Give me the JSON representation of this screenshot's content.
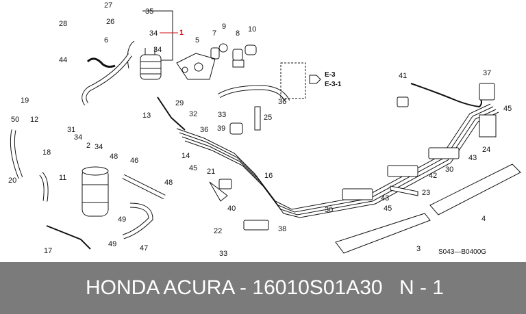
{
  "diagram": {
    "labels": [
      {
        "id": "c27",
        "text": "27"
      },
      {
        "id": "c35",
        "text": "35"
      },
      {
        "id": "c26",
        "text": "26"
      },
      {
        "id": "c28",
        "text": "28"
      },
      {
        "id": "c34a",
        "text": "34"
      },
      {
        "id": "c1",
        "text": "1"
      },
      {
        "id": "c6",
        "text": "6"
      },
      {
        "id": "c34b",
        "text": "34"
      },
      {
        "id": "c5",
        "text": "5"
      },
      {
        "id": "c7",
        "text": "7"
      },
      {
        "id": "c8",
        "text": "8"
      },
      {
        "id": "c9",
        "text": "9"
      },
      {
        "id": "c10",
        "text": "10"
      },
      {
        "id": "c44",
        "text": "44"
      },
      {
        "id": "c29",
        "text": "29"
      },
      {
        "id": "c32",
        "text": "32"
      },
      {
        "id": "c19",
        "text": "19"
      },
      {
        "id": "c50",
        "text": "50"
      },
      {
        "id": "c12",
        "text": "12"
      },
      {
        "id": "c31",
        "text": "31"
      },
      {
        "id": "c34c",
        "text": "34"
      },
      {
        "id": "c2",
        "text": "2"
      },
      {
        "id": "c34d",
        "text": "34"
      },
      {
        "id": "c13",
        "text": "13"
      },
      {
        "id": "c33a",
        "text": "33"
      },
      {
        "id": "c36a",
        "text": "36"
      },
      {
        "id": "c39",
        "text": "39"
      },
      {
        "id": "c25",
        "text": "25"
      },
      {
        "id": "c36b",
        "text": "36"
      },
      {
        "id": "c18",
        "text": "18"
      },
      {
        "id": "c14",
        "text": "14"
      },
      {
        "id": "c48a",
        "text": "48"
      },
      {
        "id": "c46",
        "text": "46"
      },
      {
        "id": "c11",
        "text": "11"
      },
      {
        "id": "c20",
        "text": "20"
      },
      {
        "id": "c45a",
        "text": "45"
      },
      {
        "id": "c21",
        "text": "21"
      },
      {
        "id": "c16",
        "text": "16"
      },
      {
        "id": "c48b",
        "text": "48"
      },
      {
        "id": "c49a",
        "text": "49"
      },
      {
        "id": "c40",
        "text": "40"
      },
      {
        "id": "c17",
        "text": "17"
      },
      {
        "id": "c49b",
        "text": "49"
      },
      {
        "id": "c47",
        "text": "47"
      },
      {
        "id": "c22",
        "text": "22"
      },
      {
        "id": "c38",
        "text": "38"
      },
      {
        "id": "c33b",
        "text": "33"
      },
      {
        "id": "c41",
        "text": "41"
      },
      {
        "id": "c37",
        "text": "37"
      },
      {
        "id": "c45b",
        "text": "45"
      },
      {
        "id": "c24",
        "text": "24"
      },
      {
        "id": "c43a",
        "text": "43"
      },
      {
        "id": "c30a",
        "text": "30"
      },
      {
        "id": "c42",
        "text": "42"
      },
      {
        "id": "c23",
        "text": "23"
      },
      {
        "id": "c43b",
        "text": "43"
      },
      {
        "id": "c30b",
        "text": "30"
      },
      {
        "id": "c45c",
        "text": "45"
      },
      {
        "id": "c4",
        "text": "4"
      },
      {
        "id": "c3",
        "text": "3"
      }
    ],
    "ref_e3": "E-3",
    "ref_e31": "E-3-1",
    "code": "S043—B0400G"
  },
  "footer": {
    "brand": "HONDA ACURA - 16010S01A30",
    "qty": "N - 1"
  }
}
